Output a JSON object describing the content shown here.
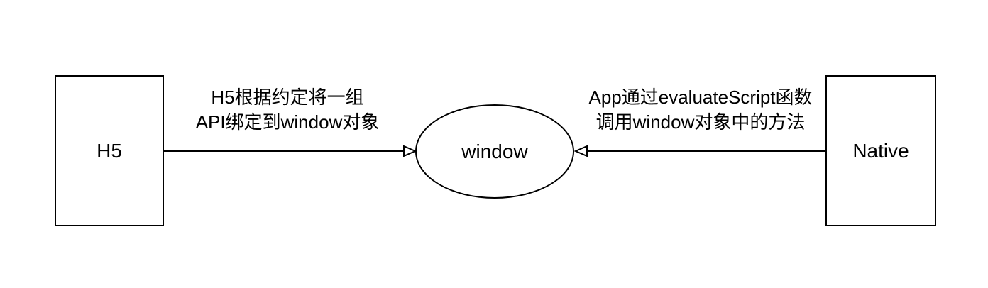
{
  "diagram": {
    "background_color": "#ffffff",
    "stroke_color": "#000000",
    "text_color": "#000000",
    "nodes": [
      {
        "id": "h5",
        "shape": "rectangle",
        "label": "H5"
      },
      {
        "id": "window",
        "shape": "ellipse",
        "label": "window"
      },
      {
        "id": "native",
        "shape": "rectangle",
        "label": "Native"
      }
    ],
    "edges": [
      {
        "from": "h5",
        "to": "window",
        "arrow": "hollow-triangle-right",
        "label": [
          "H5根据约定将一组",
          "API绑定到window对象"
        ]
      },
      {
        "from": "native",
        "to": "window",
        "arrow": "hollow-triangle-left",
        "label": [
          "App通过evaluateScript函数",
          "调用window对象中的方法"
        ]
      }
    ]
  }
}
